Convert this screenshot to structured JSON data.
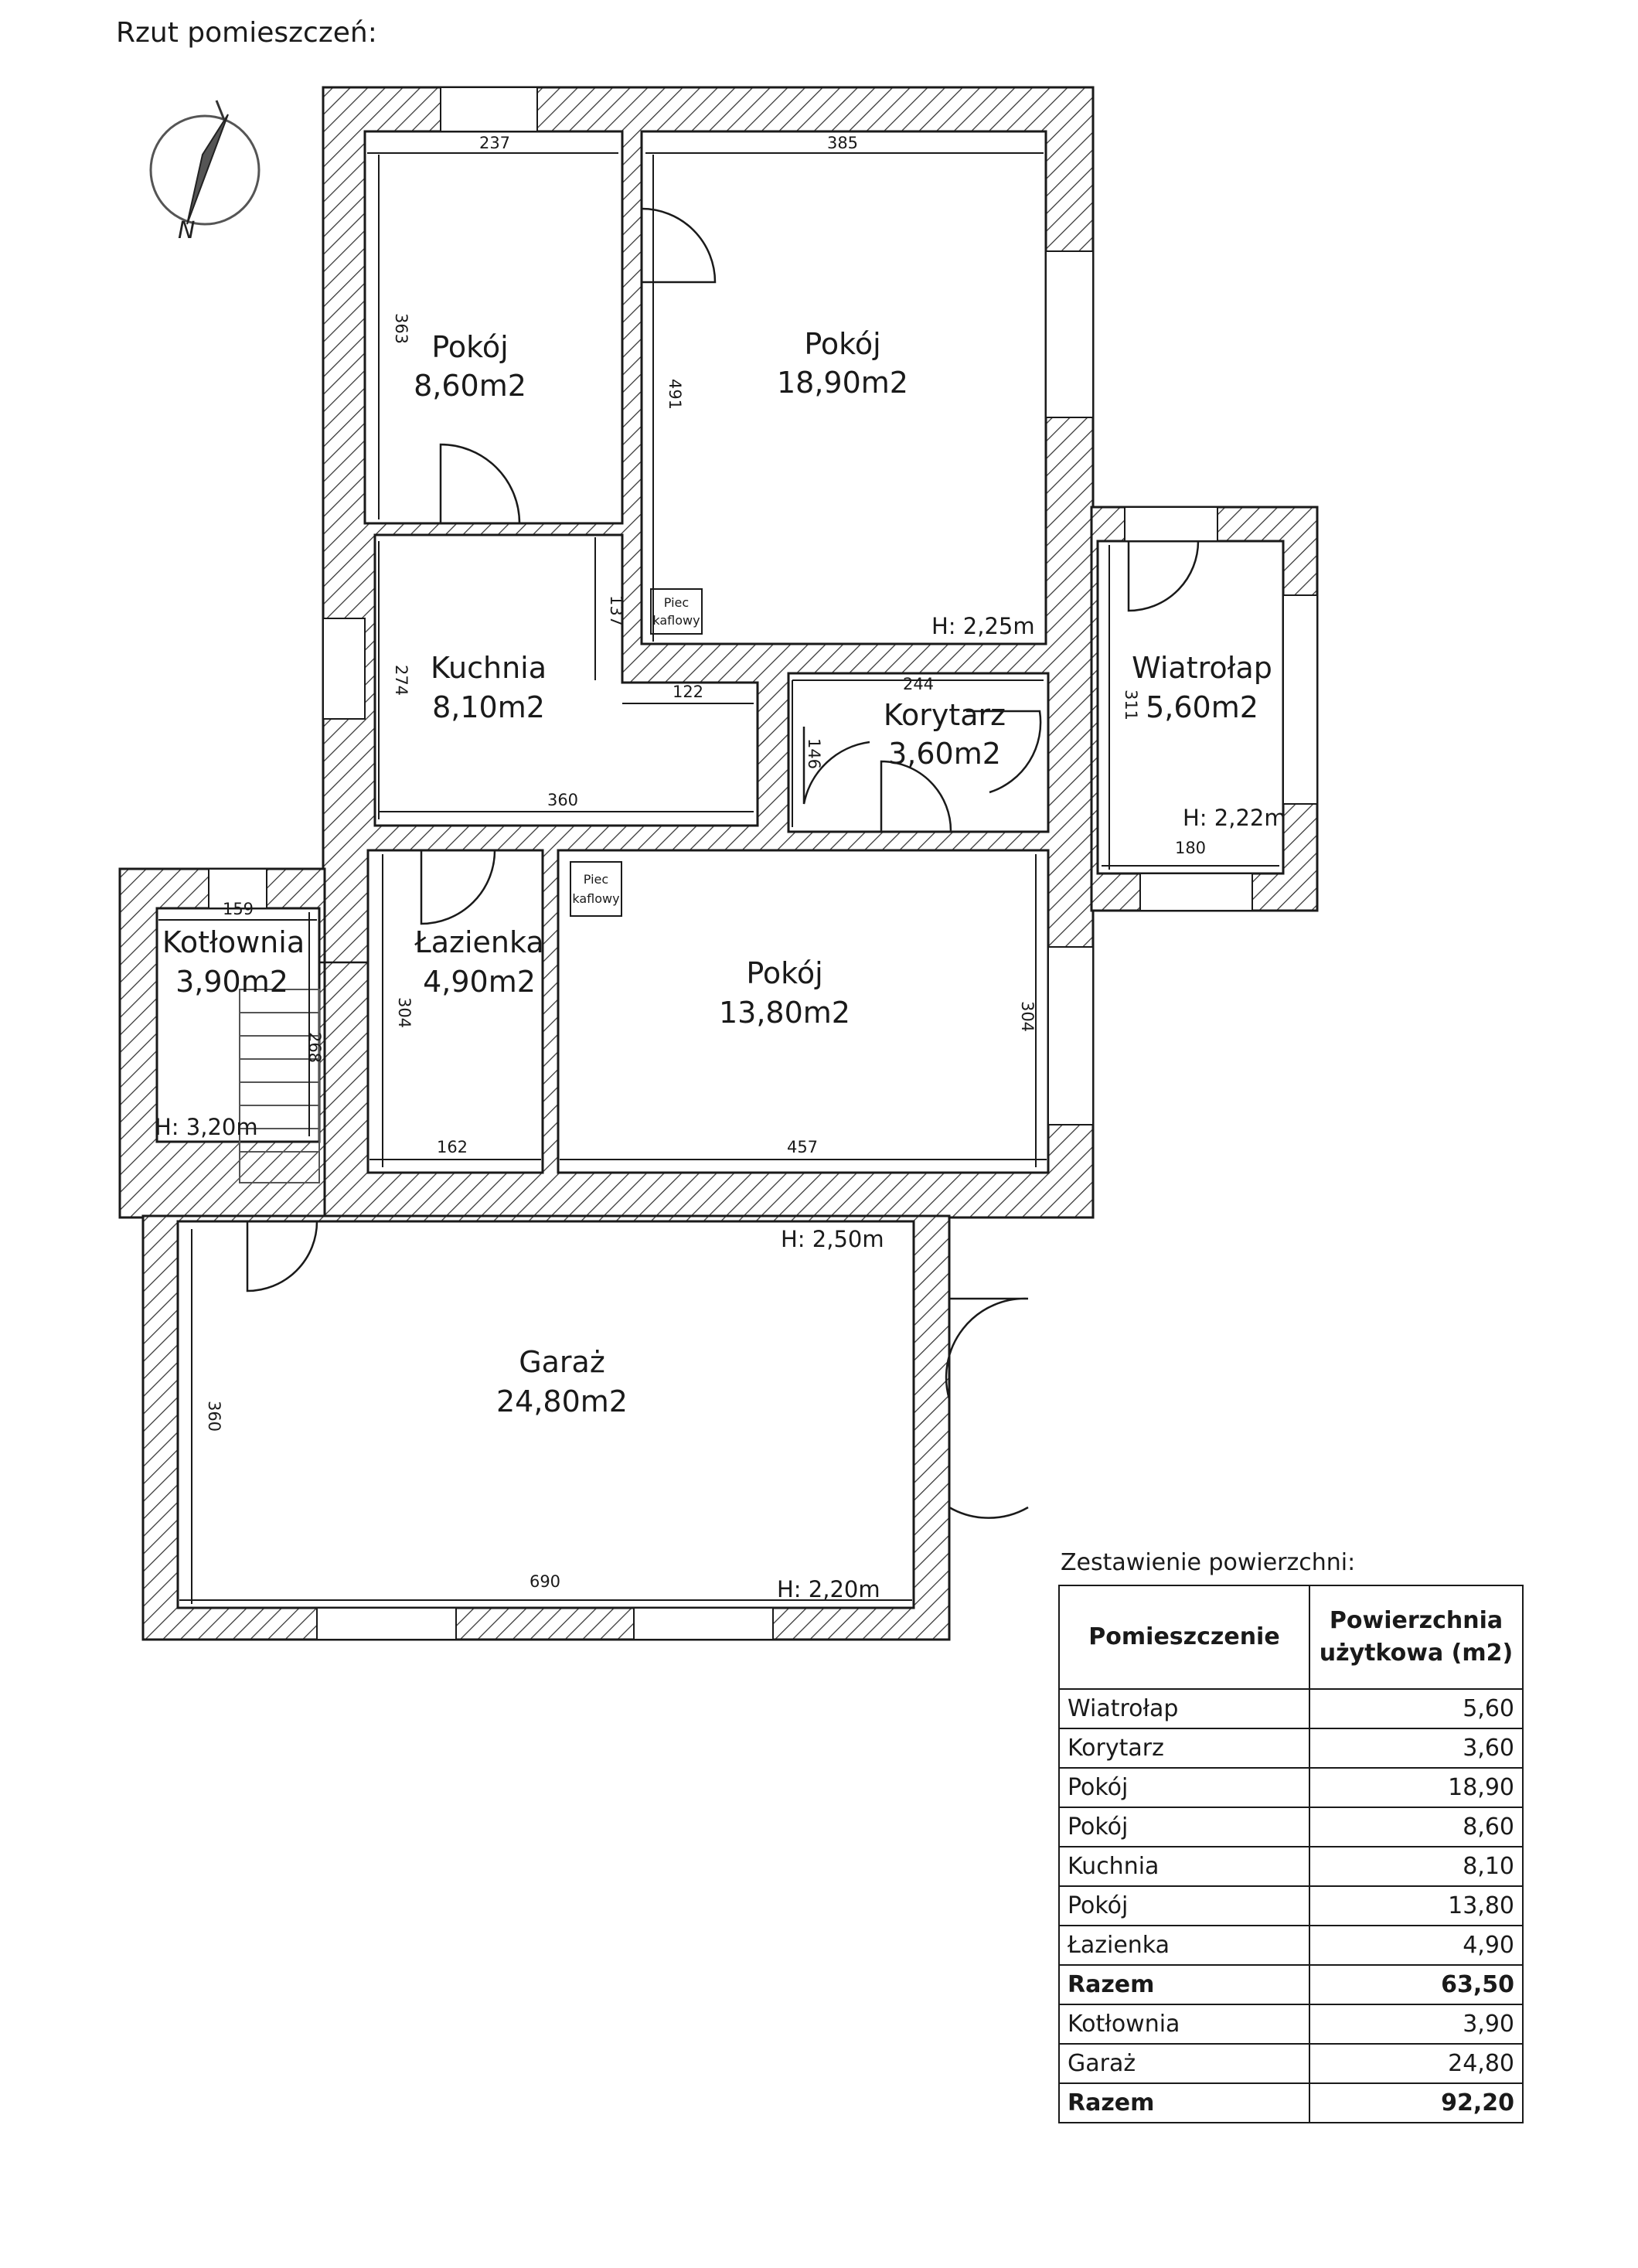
{
  "page": {
    "title": "Rzut pomieszczeń:"
  },
  "compass": {
    "north_label": "N"
  },
  "plan": {
    "rooms": {
      "pokoj_small": {
        "name": "Pokój",
        "area": "8,60m2"
      },
      "pokoj_large": {
        "name": "Pokój",
        "area": "18,90m2"
      },
      "kuchnia": {
        "name": "Kuchnia",
        "area": "8,10m2"
      },
      "korytarz": {
        "name": "Korytarz",
        "area": "3,60m2"
      },
      "wiatrolap": {
        "name": "Wiatrołap",
        "area": "5,60m2"
      },
      "kotlownia": {
        "name": "Kotłownia",
        "area": "3,90m2"
      },
      "lazienka": {
        "name": "Łazienka",
        "area": "4,90m2"
      },
      "pokoj_middle": {
        "name": "Pokój",
        "area": "13,80m2"
      },
      "garaz": {
        "name": "Garaż",
        "area": "24,80m2"
      }
    },
    "dimensions": {
      "pokoj_small_width": "237",
      "pokoj_large_width": "385",
      "pokoj_small_height": "363",
      "pokoj_large_height": "491",
      "kuchnia_upper_height": "137",
      "kuchnia_recess_width": "122",
      "korytarz_width": "244",
      "kuchnia_height": "274",
      "korytarz_height": "146",
      "kuchnia_width": "360",
      "wiatrolap_height": "311",
      "wiatrolap_width": "180",
      "kotlownia_width": "159",
      "lazienka_height": "304",
      "kotlownia_height": "268",
      "pokoj_middle_height": "304",
      "lazienka_width": "162",
      "pokoj_middle_width": "457",
      "garaz_height": "360",
      "garaz_width": "690"
    },
    "heights": {
      "pokoj_large": "H: 2,25m",
      "wiatrolap": "H: 2,22m",
      "kotlownia": "H: 3,20m",
      "garaz_top": "H: 2,50m",
      "garaz_bottom": "H: 2,20m"
    },
    "stoves": {
      "stove_1": {
        "line1": "Piec",
        "line2": "kaflowy"
      },
      "stove_2": {
        "line1": "Piec",
        "line2": "kaflowy"
      }
    }
  },
  "summary": {
    "caption": "Zestawienie powierzchni:",
    "header": {
      "col1": "Pomieszczenie",
      "col2_line1": "Powierzchnia",
      "col2_line2": "użytkowa (m2)"
    },
    "rows": [
      {
        "name": "Wiatrołap",
        "value": "5,60"
      },
      {
        "name": "Korytarz",
        "value": "3,60"
      },
      {
        "name": "Pokój",
        "value": "18,90"
      },
      {
        "name": "Pokój",
        "value": "8,60"
      },
      {
        "name": "Kuchnia",
        "value": "8,10"
      },
      {
        "name": "Pokój",
        "value": "13,80"
      },
      {
        "name": "Łazienka",
        "value": "4,90"
      },
      {
        "name": "Razem",
        "value": "63,50"
      },
      {
        "name": "Kotłownia",
        "value": "3,90"
      },
      {
        "name": "Garaż",
        "value": "24,80"
      },
      {
        "name": "Razem",
        "value": "92,20"
      }
    ]
  }
}
